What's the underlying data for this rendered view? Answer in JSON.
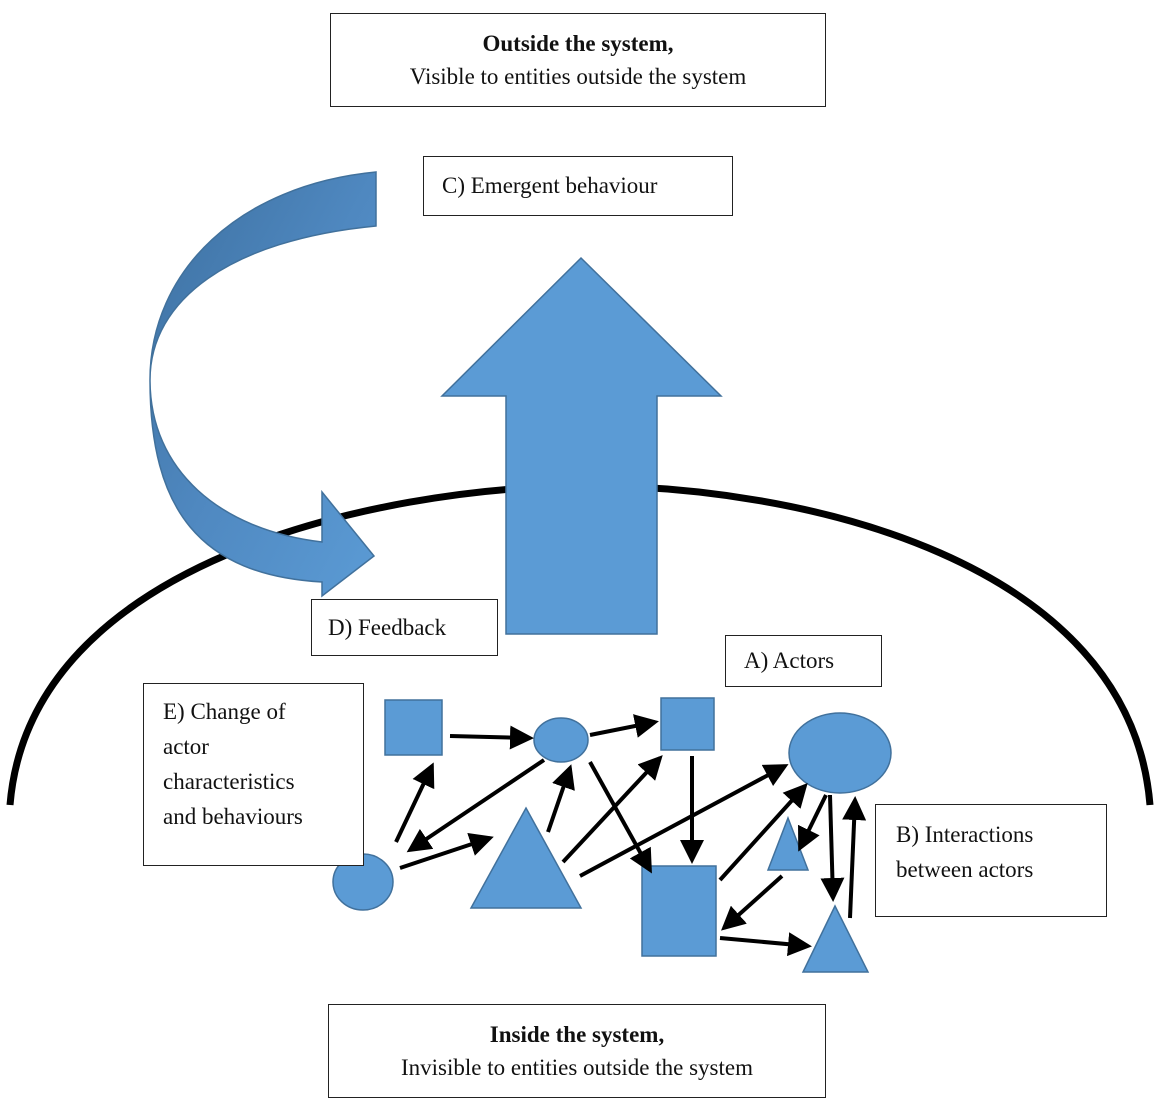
{
  "labels": {
    "outside_title": "Outside the system,",
    "outside_subtitle": "Visible to entities outside the system",
    "emergent": "C) Emergent behaviour",
    "feedback": "D) Feedback",
    "actors": "A) Actors",
    "change_lines": [
      "E) Change of",
      "actor",
      "characteristics",
      "and behaviours"
    ],
    "interactions_lines": [
      "B) Interactions",
      "between actors"
    ],
    "inside_title": "Inside the system,",
    "inside_subtitle": "Invisible to entities outside the system"
  },
  "colors": {
    "shape_fill": "#5b9bd5",
    "shape_stroke": "#41719c",
    "arc": "#000000",
    "arrow": "#000000",
    "feedback_dark": "#41719c"
  }
}
